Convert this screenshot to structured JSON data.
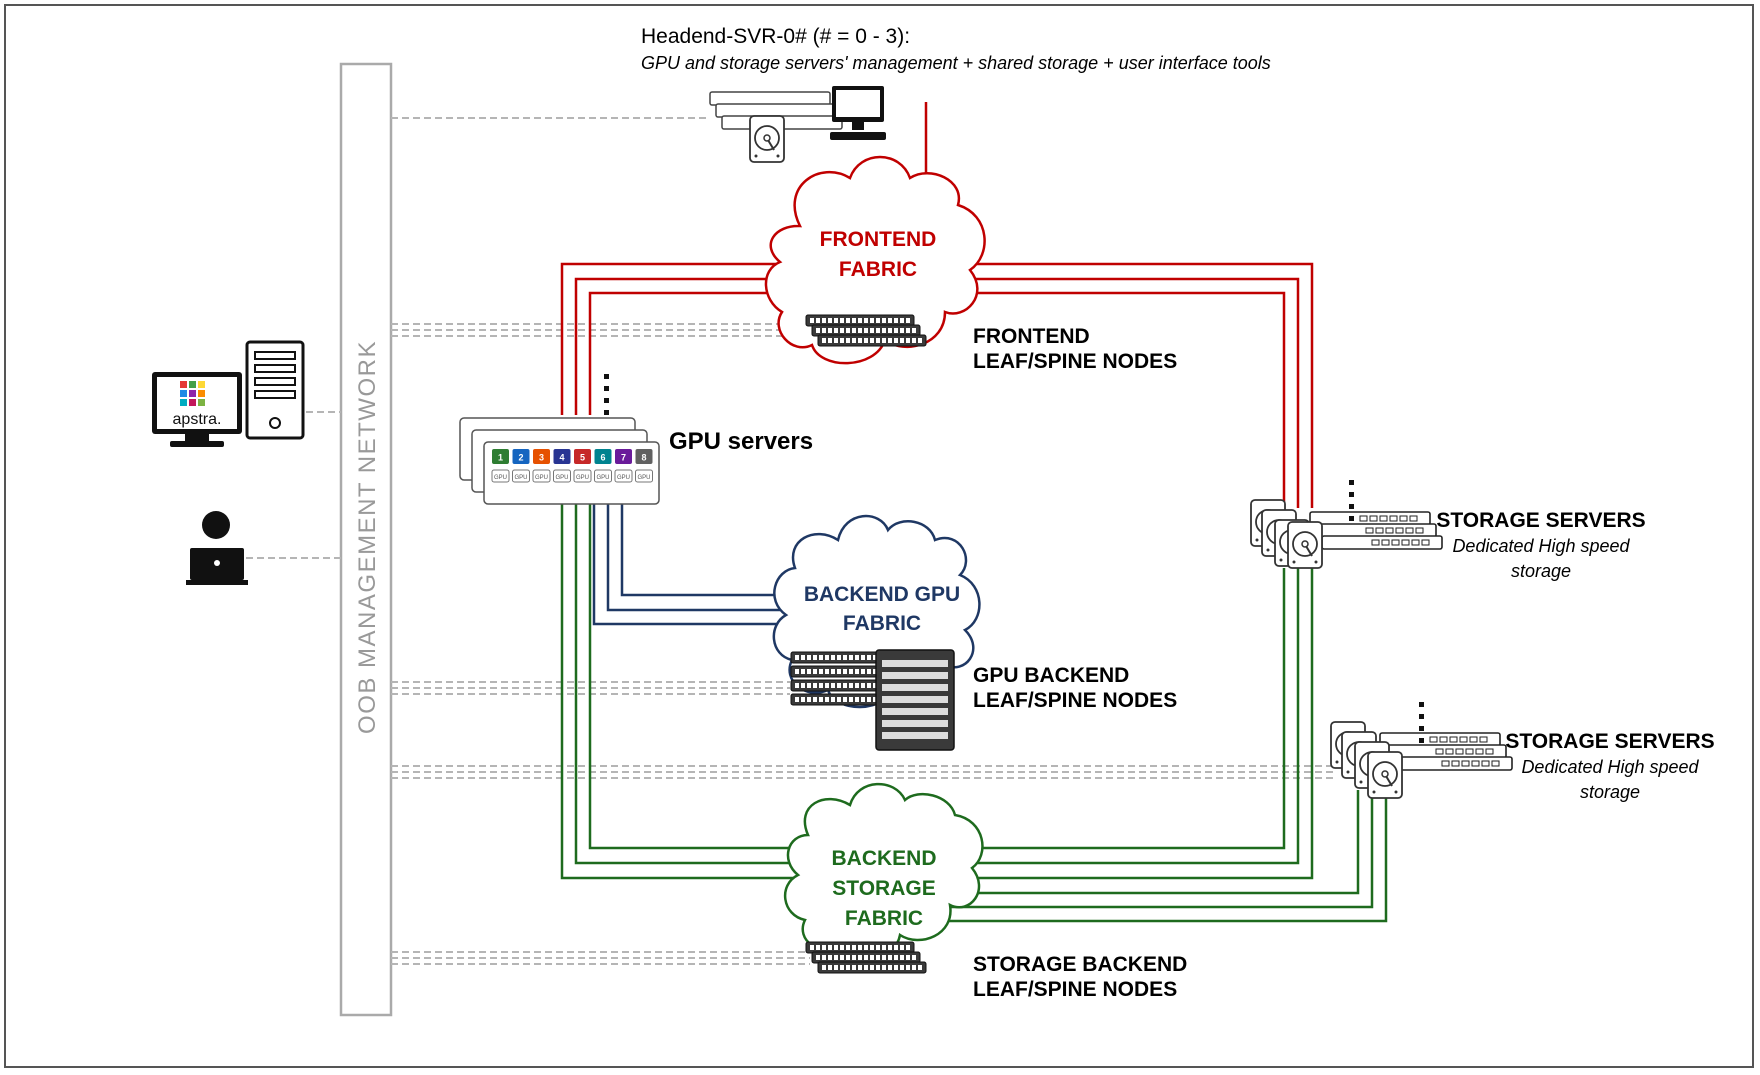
{
  "headend": {
    "title": "Headend-SVR-0# (# = 0 - 3):",
    "subtitle": "GPU and storage servers' management + shared storage + user interface tools"
  },
  "oob": {
    "label": "OOB  MANAGEMENT  NETWORK"
  },
  "apstra": {
    "logo_text": "apstra."
  },
  "gpu_servers": {
    "label": "GPU servers",
    "slot_numbers": [
      "1",
      "2",
      "3",
      "4",
      "5",
      "6",
      "7",
      "8"
    ],
    "slot_colors": [
      "#2e7d32",
      "#1565c0",
      "#e65100",
      "#283593",
      "#c62828",
      "#00838f",
      "#6a1b9a",
      "#616161"
    ],
    "gpu_tag": "GPU"
  },
  "frontend": {
    "cloud_line1": "FRONTEND",
    "cloud_line2": "FABRIC",
    "nodes_line1": "FRONTEND",
    "nodes_line2": "LEAF/SPINE NODES"
  },
  "backend_gpu": {
    "cloud_line1": "BACKEND GPU",
    "cloud_line2": "FABRIC",
    "nodes_line1": "GPU BACKEND",
    "nodes_line2": "LEAF/SPINE NODES"
  },
  "backend_storage": {
    "cloud_line1": "BACKEND",
    "cloud_line2": "STORAGE",
    "cloud_line3": "FABRIC",
    "nodes_line1": "STORAGE BACKEND",
    "nodes_line2": "LEAF/SPINE NODES"
  },
  "storage_a": {
    "title": "STORAGE SERVERS",
    "desc_line1": "Dedicated High speed",
    "desc_line2": "storage"
  },
  "storage_b": {
    "title": "STORAGE SERVERS",
    "desc_line1": "Dedicated High speed",
    "desc_line2": "storage"
  },
  "colors": {
    "frontend": "#c00000",
    "backend_gpu": "#1f3864",
    "backend_storage": "#1e6b1e",
    "oob": "#aaaaaa"
  }
}
